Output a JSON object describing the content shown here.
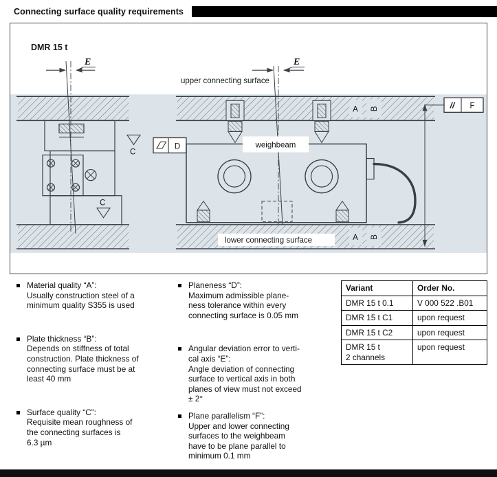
{
  "colors": {
    "band": "#dce4ea",
    "line": "#393f44",
    "bar": "#000000"
  },
  "header": {
    "title": "Connecting surface quality requirements"
  },
  "diagram": {
    "model": "DMR 15 t",
    "upper_surface": "upper connecting surface",
    "lower_surface": "lower connecting surface",
    "weighbeam": "weighbeam",
    "angle_left": "E",
    "angle_right": "E",
    "a_top": "A",
    "b_top": "B",
    "a_bottom": "A",
    "b_bottom": "B",
    "c_upper": "C",
    "c_lower": "C",
    "d_letter": "D",
    "parallel_symbol": "//",
    "f_letter": "F"
  },
  "notes": [
    {
      "title": "Material quality “A”:",
      "body": "Usually construction steel of a\nminimum quality S355 is used"
    },
    {
      "title": "Plate thickness “B”:",
      "body": "Depends on stiffness of total\nconstruction. Plate thickness of\nconnecting surface must be at\nleast 40 mm"
    },
    {
      "title": "Surface quality “C”:",
      "body": "Requisite mean roughness of\nthe connecting surfaces is\n6.3 µm"
    },
    {
      "title": "Planeness “D”:",
      "body": "Maximum admissible plane-\nness tolerance within every\nconnecting surface is 0.05 mm"
    },
    {
      "title": "Angular deviation error to verti-\ncal axis “E”:",
      "body": "Angle deviation of connecting\nsurface to vertical axis in both\nplanes of view must not exceed\n± 2°"
    },
    {
      "title": "Plane parallelism “F”:",
      "body": "Upper and lower connecting\nsurfaces to the weighbeam\nhave to be plane parallel to\nminimum 0.1 mm"
    }
  ],
  "table": {
    "headers": [
      "Variant",
      "Order No."
    ],
    "rows": [
      [
        "DMR 15 t 0.1",
        "V 000 522 .B01"
      ],
      [
        "DMR 15 t C1",
        "upon request"
      ],
      [
        "DMR 15 t C2",
        "upon request"
      ],
      [
        "DMR 15 t\n2 channels",
        "upon request"
      ]
    ]
  }
}
